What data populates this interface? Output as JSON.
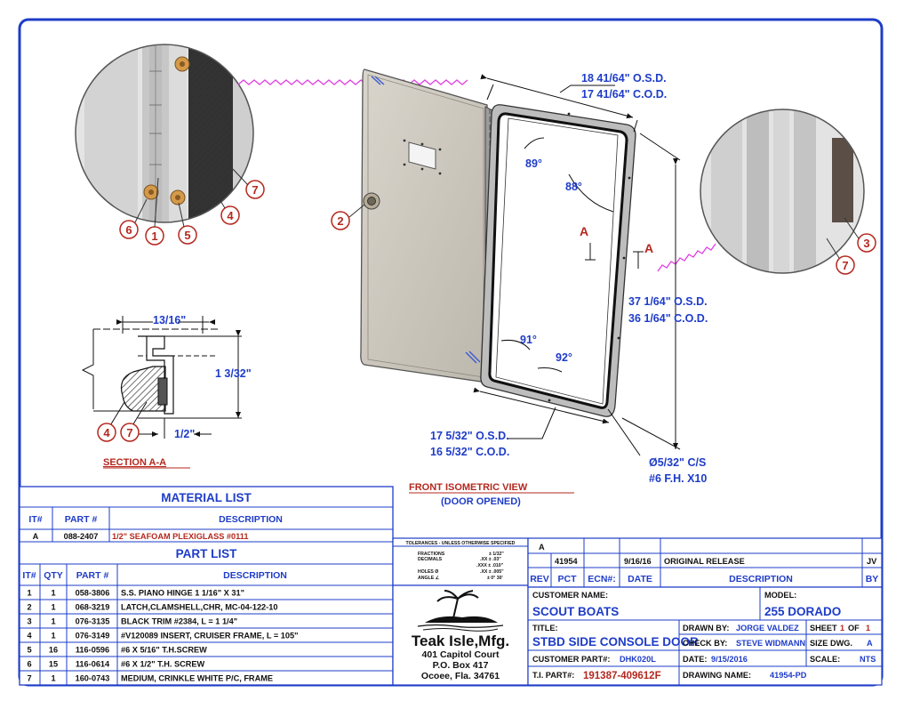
{
  "views": {
    "front_title": "FRONT ISOMETRIC VIEW",
    "front_subtitle": "(DOOR OPENED)",
    "section_title": "SECTION A-A"
  },
  "dimensions": {
    "width_osd": "18 41/64\" O.S.D.",
    "width_cod": "17 41/64\" C.O.D.",
    "height_osd": "37 1/64\" O.S.D.",
    "height_cod": "36 1/64\" C.O.D.",
    "bottom_osd": "17 5/32\" O.S.D.",
    "bottom_cod": "16 5/32\" C.O.D.",
    "holes": "Ø5/32\" C/S",
    "screws": "#6 F.H. X10",
    "angle_tl": "89°",
    "angle_tr": "88°",
    "angle_bl": "91°",
    "angle_br": "92°",
    "section_mark": "A",
    "sec_top": "13/16\"",
    "sec_height": "1 3/32\"",
    "sec_bottom": "1/2\""
  },
  "balloons": {
    "b1": "1",
    "b2": "2",
    "b3": "3",
    "b4": "4",
    "b5": "5",
    "b6": "6",
    "b7": "7"
  },
  "material_list": {
    "title": "MATERIAL LIST",
    "headers": [
      "IT#",
      "PART #",
      "DESCRIPTION"
    ],
    "rows": [
      {
        "it": "A",
        "part": "088-2407",
        "desc": "1/2\" SEAFOAM PLEXIGLASS #0111"
      }
    ]
  },
  "part_list": {
    "title": "PART LIST",
    "headers": [
      "IT#",
      "QTY",
      "PART #",
      "DESCRIPTION"
    ],
    "rows": [
      {
        "it": "1",
        "qty": "1",
        "part": "058-3806",
        "desc": "S.S. PIANO HINGE 1 1/16\" X 31\""
      },
      {
        "it": "2",
        "qty": "1",
        "part": "068-3219",
        "desc": "LATCH,CLAMSHELL,CHR, MC-04-122-10"
      },
      {
        "it": "3",
        "qty": "1",
        "part": "076-3135",
        "desc": "BLACK TRIM #2384, L = 1 1/4\""
      },
      {
        "it": "4",
        "qty": "1",
        "part": "076-3149",
        "desc": "#V120089 INSERT, CRUISER FRAME, L = 105\""
      },
      {
        "it": "5",
        "qty": "16",
        "part": "116-0596",
        "desc": "#6 X 5/16\" T.H.SCREW"
      },
      {
        "it": "6",
        "qty": "15",
        "part": "116-0614",
        "desc": "#6 X 1/2\" T.H. SCREW"
      },
      {
        "it": "7",
        "qty": "1",
        "part": "160-0743",
        "desc": "MEDIUM, CRINKLE WHITE P/C, FRAME"
      }
    ]
  },
  "tolerances": {
    "title": "TOLERANCES - UNLESS OTHERWISE SPECIFIED",
    "fractions": "FRACTIONS",
    "fractions_v": "± 1/32\"",
    "decimals": "DECIMALS",
    "dec_xx": ".XX ± .03\"",
    "dec_xxx": ".XXX ± .010\"",
    "holes": "HOLES Ø",
    "holes_v": ".XX ± .005\"",
    "angle": "ANGLE ∠",
    "angle_v": "± 0° 30'"
  },
  "company": {
    "name": "Teak Isle,Mfg.",
    "address1": "401 Capitol Court",
    "address2": "P.O. Box 417",
    "address3": "Ocoee, Fla. 34761"
  },
  "revisions": {
    "zone": "A",
    "row": {
      "pct": "41954",
      "date": "9/16/16",
      "desc": "ORIGINAL RELEASE",
      "by": "JV"
    },
    "headers": {
      "rev": "REV",
      "pct": "PCT",
      "ecn": "ECN#:",
      "date": "DATE",
      "desc": "DESCRIPTION",
      "by": "BY"
    }
  },
  "title_block": {
    "customer_label": "CUSTOMER NAME:",
    "customer": "SCOUT BOATS",
    "model_label": "MODEL:",
    "model": "255 DORADO",
    "title_label": "TITLE:",
    "title": "STBD SIDE CONSOLE DOOR",
    "drawn_label": "DRAWN BY:",
    "drawn": "JORGE VALDEZ",
    "sheet_label": "SHEET",
    "sheet_num": "1",
    "sheet_of": "OF",
    "sheet_total": "1",
    "check_label": "CHECK BY:",
    "check": "STEVE WIDMANN",
    "size_label": "SIZE DWG.",
    "size": "A",
    "cust_part_label": "CUSTOMER PART#:",
    "cust_part": "DHK020L",
    "date_label": "DATE:",
    "date": "9/15/2016",
    "scale_label": "SCALE:",
    "scale": "NTS",
    "ti_part_label": "T.I. PART#:",
    "ti_part": "191387-409612F",
    "drawing_label": "DRAWING NAME:",
    "drawing": "41954-PD"
  },
  "colors": {
    "border": "#1e3cc8",
    "accent_red": "#b4281e",
    "callout": "#e040e0"
  }
}
